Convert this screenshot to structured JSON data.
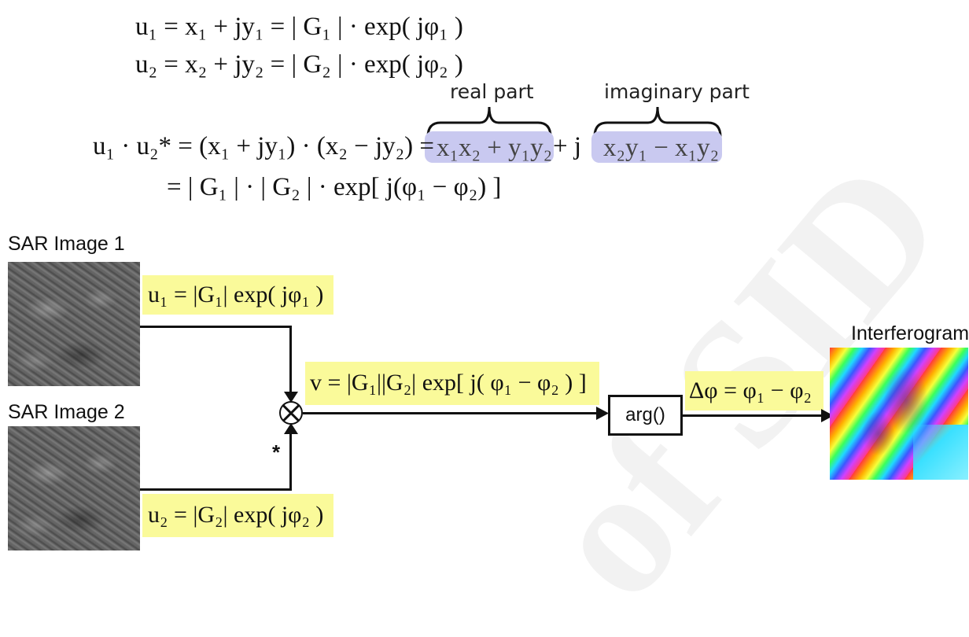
{
  "equations": {
    "line1": "u₁ = x₁ + jy₁ = | G₁ | · exp( jφ₁ )",
    "line2": "u₂ = x₂ + jy₂ = | G₂ | · exp( jφ₂ )",
    "line3_prefix": "u₁ · u₂* = (x₁ + jy₁) · (x₂ − jy₂) = ",
    "line3_real_term": "x₁x₂ + y₁y₂",
    "line3_mid": " + j",
    "line3_imag_term": "x₂y₁ − x₁y₂",
    "line4": "= | G₁ | · | G₂ | · exp[ j(φ₁ − φ₂) ]"
  },
  "brace_labels": {
    "real": "real part",
    "imaginary": "imaginary part"
  },
  "diagram": {
    "sar1_label": "SAR Image 1",
    "sar2_label": "SAR Image 2",
    "u1_formula": "u₁ = |G₁| exp( jφ₁ )",
    "u2_formula": "u₂ = |G₂| exp( jφ₂ )",
    "v_formula": "v = |G₁||G₂| exp[ j( φ₁ − φ₂ ) ]",
    "conjugate_mark": "*",
    "arg_box": "arg()",
    "delta_formula": "Δφ = φ₁ − φ₂",
    "output_label": "Interferogram"
  },
  "watermark": "of SID",
  "colors": {
    "real_imag_highlight": "#c9c9f0",
    "formula_highlight": "#fafa9a"
  }
}
